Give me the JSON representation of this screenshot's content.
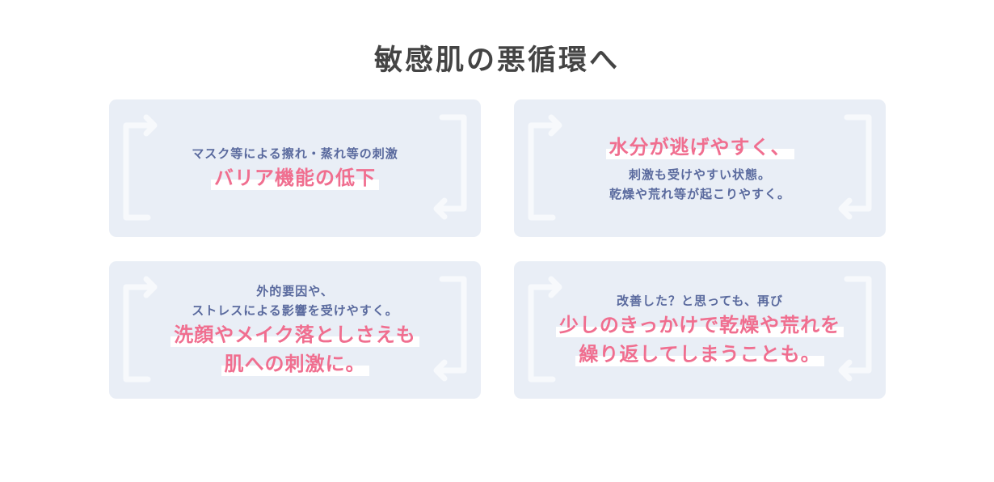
{
  "title": "敏感肌の悪循環へ",
  "cards": [
    {
      "small": [
        "マスク等による擦れ・蒸れ等の刺激"
      ],
      "pink": [
        "バリア機能の低下"
      ]
    },
    {
      "pink": [
        "水分が逃げやすく、"
      ],
      "small": [
        "刺激も受けやすい状態。",
        "乾燥や荒れ等が起こりやすく。"
      ]
    },
    {
      "small": [
        "外的要因や、",
        "ストレスによる影響を受けやすく。"
      ],
      "pink": [
        "洗顔やメイク落としさえも",
        "肌への刺激に。"
      ]
    },
    {
      "small": [
        "改善した？と思っても、再び"
      ],
      "pink": [
        "少しのきっかけで乾燥や荒れを",
        "繰り返してしまうことも。"
      ]
    }
  ]
}
